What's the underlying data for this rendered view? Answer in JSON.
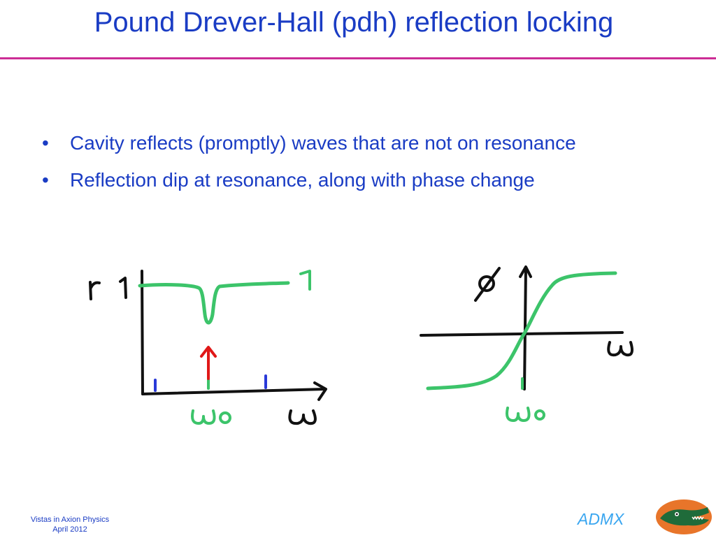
{
  "slide": {
    "title": "Pound Drever-Hall (pdh) reflection locking",
    "bullets": [
      "Cavity reflects (promptly) waves that are not on resonance",
      "Reflection dip at resonance, along with phase change"
    ],
    "bullet_symbol": "•"
  },
  "figure": {
    "left_plot": {
      "y_label": "r",
      "y_tick": "1",
      "curve_end_label": "1",
      "resonance_label": "ω₀",
      "x_label": "ω"
    },
    "right_plot": {
      "y_label": "ϕ",
      "x_label": "ω",
      "resonance_label": "ω₀"
    }
  },
  "footer": {
    "line1": "Vistas in Axion Physics",
    "line2": "April 2012",
    "brand": "ADMX"
  },
  "colors": {
    "title": "#1a3cc4",
    "rule": "#cc2d95",
    "curve_green": "#3cc46a",
    "sideband_blue": "#2a3ad8",
    "carrier_red": "#e01818",
    "brand": "#3aa6f0"
  }
}
